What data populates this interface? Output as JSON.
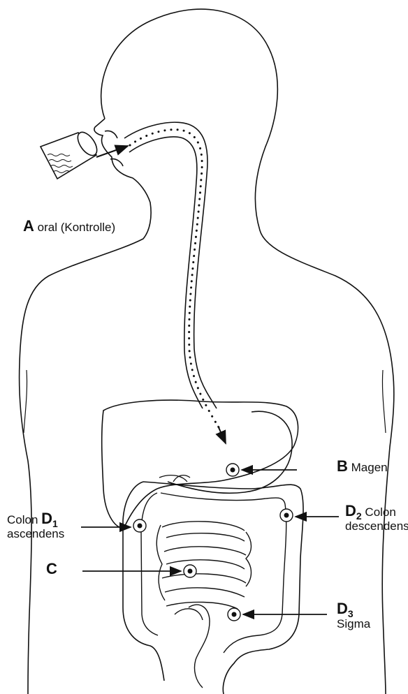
{
  "labels": {
    "a_letter": "A",
    "a_text": "oral (Kontrolle)",
    "b_letter": "B",
    "b_text": "Magen",
    "c_letter": "C",
    "d1_prefix": "Colon",
    "d1_letter": "D",
    "d1_sub": "1",
    "d1_text": "ascendens",
    "d2_letter": "D",
    "d2_sub": "2",
    "d2_text1": "Colon",
    "d2_text2": "descendens",
    "d3_letter": "D",
    "d3_sub": "3",
    "d3_text": "Sigma"
  }
}
